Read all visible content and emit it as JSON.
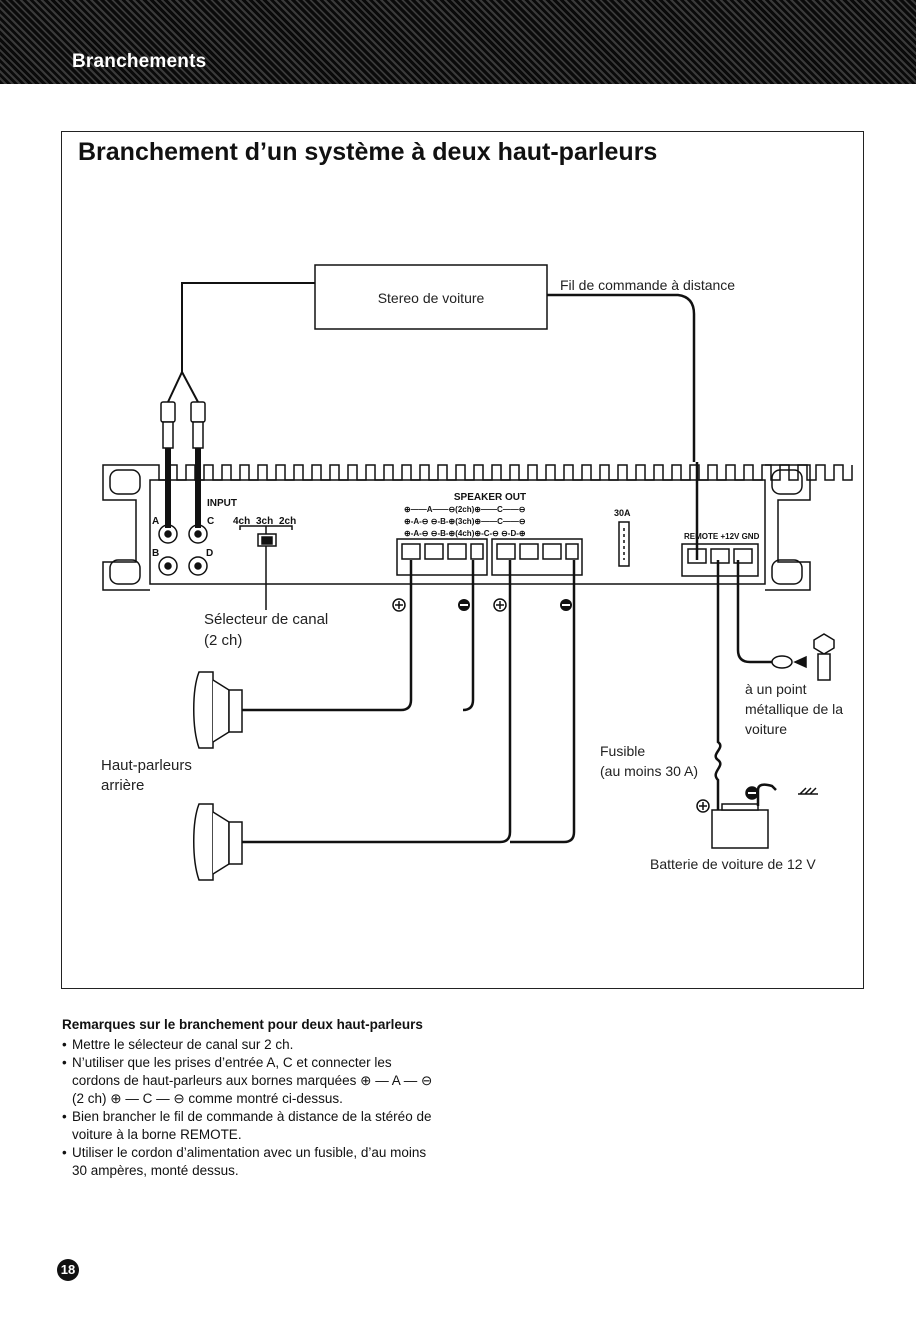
{
  "header": {
    "title": "Branchements"
  },
  "section": {
    "title": "Branchement d’un système à deux haut-parleurs"
  },
  "diagram": {
    "stereo_label": "Stereo de voiture",
    "remote_wire_label": "Fil de commande à distance",
    "input_label": "INPUT",
    "input_jacks": [
      "A",
      "C",
      "B",
      "D"
    ],
    "channel_labels": [
      "4ch",
      "3ch",
      "2ch"
    ],
    "speaker_out_label": "SPEAKER OUT",
    "speaker_out_rows": [
      "⊕——A——⊖(2ch)⊕——C——⊖",
      "⊕-A-⊖   ⊖-B-⊕(3ch)⊕——C——⊖",
      "⊕-A-⊖   ⊖-B-⊕(4ch)⊕-C-⊖   ⊖-D-⊕"
    ],
    "fuse_rating": "30A",
    "power_terminals": "REMOTE +12V GND",
    "selector_label_1": "Sélecteur de canal",
    "selector_label_2": "(2 ch)",
    "speakers_label_1": "Haut-parleurs",
    "speakers_label_2": "arrière",
    "ground_label_1": "à un point",
    "ground_label_2": "métallique de la",
    "ground_label_3": "voiture",
    "fuse_label_1": "Fusible",
    "fuse_label_2": "(au moins 30 A)",
    "battery_label": "Batterie de voiture de 12 V"
  },
  "notes": {
    "title": "Remarques sur le branchement pour deux haut-parleurs",
    "items": [
      "Mettre le sélecteur de canal sur 2 ch.",
      "N’utiliser que les prises d’entrée A, C et connecter les cordons de haut-parleurs aux bornes marquées ⊕ — A — ⊖ (2 ch) ⊕ — C — ⊖ comme montré ci-dessus.",
      "Bien brancher le fil de commande à distance de la stéréo de voiture à la borne REMOTE.",
      "Utiliser le cordon d’alimentation avec un fusible, d’au moins 30 ampères, monté dessus."
    ]
  },
  "page": {
    "number": "18"
  },
  "colors": {
    "ink": "#111111",
    "paper": "#ffffff",
    "header_bg": "#1a1a1a"
  }
}
